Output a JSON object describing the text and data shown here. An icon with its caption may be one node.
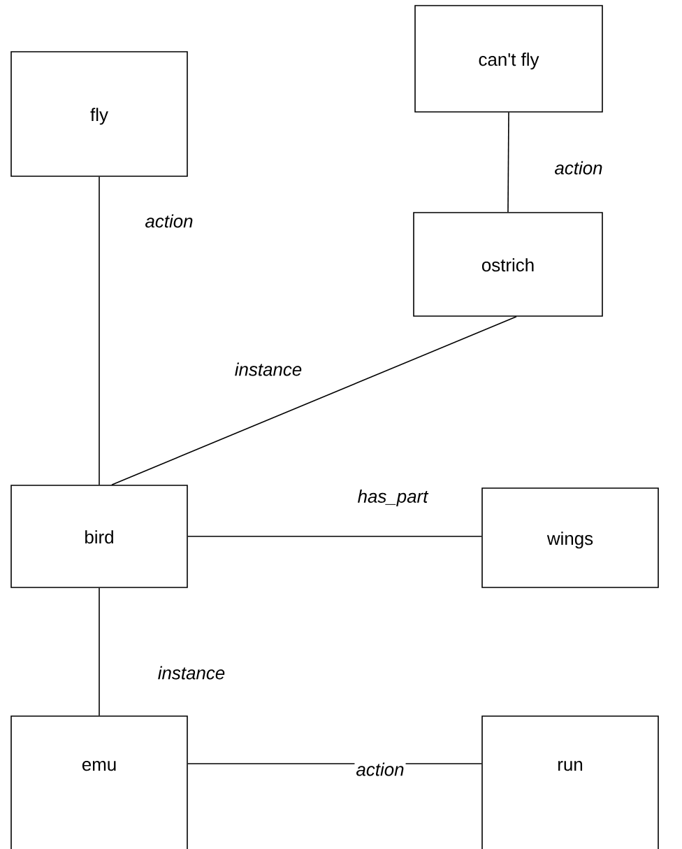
{
  "diagram": {
    "nodes": [
      {
        "text": [
          "fly"
        ]
      },
      {
        "text": [
          "can't fly"
        ]
      },
      {
        "text": [
          "ostrich"
        ]
      },
      {
        "text": [
          "bird"
        ]
      },
      {
        "text": [
          "wings"
        ]
      },
      {
        "text": [
          "emu"
        ]
      },
      {
        "text": [
          "run"
        ]
      }
    ],
    "edges": [
      {
        "from": 0,
        "to": 3,
        "arrow": "none",
        "label": "action"
      },
      {
        "from": 1,
        "to": 2,
        "arrow": "none",
        "label": "action"
      },
      {
        "from": 2,
        "to": 3,
        "arrow": "none",
        "label": "instance"
      },
      {
        "from": 3,
        "to": 4,
        "arrow": "none",
        "label": "has_part"
      },
      {
        "from": 3,
        "to": 5,
        "arrow": "none",
        "label": "instance"
      },
      {
        "from": 5,
        "to": 6,
        "arrow": "none",
        "label": "action"
      }
    ]
  }
}
